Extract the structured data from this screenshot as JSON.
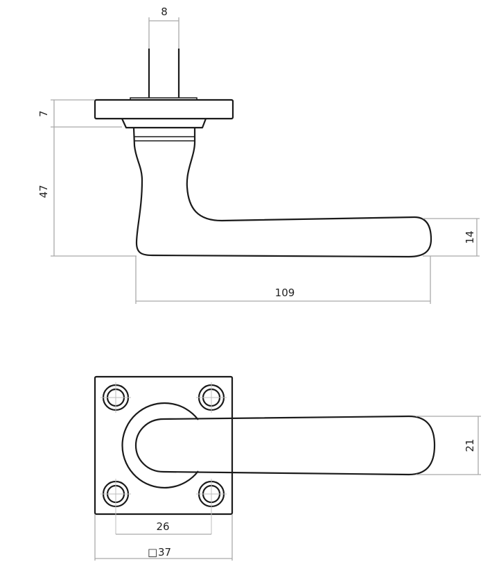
{
  "title": "Door lever handle on square rose - technical drawing",
  "side_view": {
    "dimensions": {
      "spindle": "8",
      "rose_thickness": "7",
      "height": "47",
      "lever_thickness": "14",
      "projection": "109"
    }
  },
  "top_view": {
    "dimensions": {
      "lever_width": "21",
      "hole_spacing": "26",
      "rose_size": "37",
      "square_symbol": "□"
    }
  },
  "colors": {
    "outline": "#1a1a1a",
    "dimension": "#a9a9a9"
  }
}
